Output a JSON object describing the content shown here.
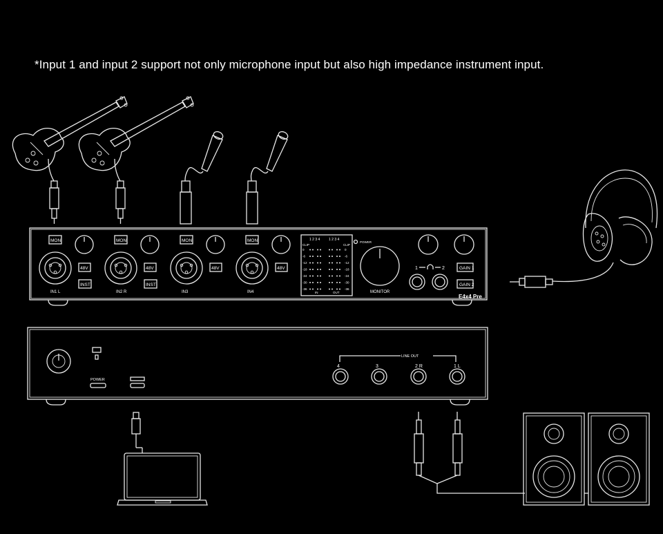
{
  "note": "*Input 1 and input 2 support not only microphone input but also high impedance instrument input.",
  "front_panel": {
    "mon": "MON",
    "phantom": "48V",
    "inst": "INST",
    "inputs": [
      "IN1 L",
      "IN2 R",
      "IN3",
      "IN4"
    ],
    "meter_top_left": "1 2  3 4",
    "meter_top_right": "1 2  3 4",
    "clip": "CLIP",
    "meter_scale": [
      "0",
      "-6",
      "-12",
      "-18",
      "-24",
      "-30",
      "-36"
    ],
    "meter_in": "IN",
    "meter_out": "OUT",
    "power": "POWER",
    "monitor": "MONITOR",
    "headphone_1": "1",
    "headphone_2": "2",
    "gain1": "GAIN 1",
    "gain2": "GAIN 2",
    "model": "E4x4 Pre"
  },
  "back_panel": {
    "power": "POWER",
    "line_out": "LINE OUT",
    "outputs": [
      "4",
      "3",
      "2 R",
      "1 L"
    ]
  }
}
